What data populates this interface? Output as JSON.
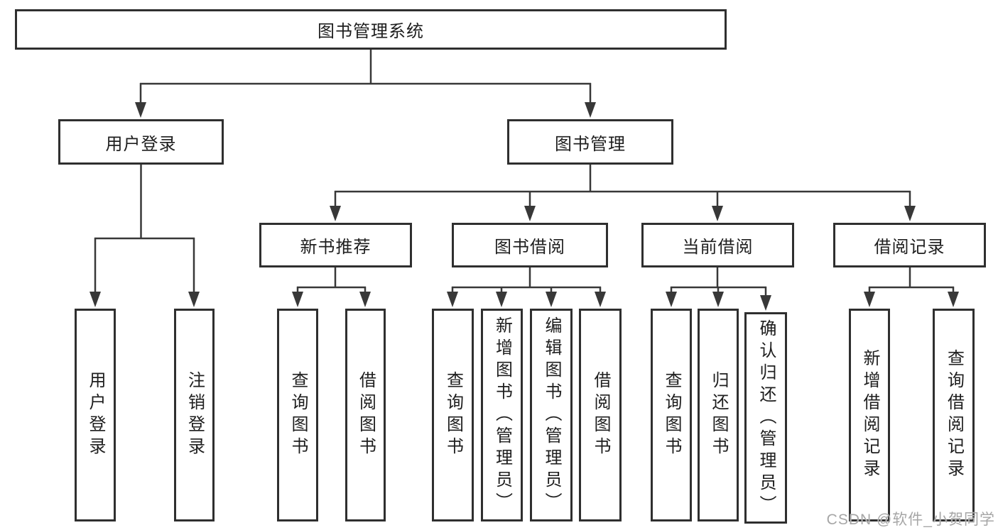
{
  "diagram": {
    "root": "图书管理系统",
    "branches": [
      {
        "label": "用户登录",
        "children": [
          {
            "label": "用户登录"
          },
          {
            "label": "注销登录"
          }
        ]
      },
      {
        "label": "图书管理",
        "children": [
          {
            "label": "新书推荐",
            "children": [
              {
                "label": "查询图书"
              },
              {
                "label": "借阅图书"
              }
            ]
          },
          {
            "label": "图书借阅",
            "children": [
              {
                "label": "查询图书"
              },
              {
                "label": "新增图书（管理员）"
              },
              {
                "label": "编辑图书（管理员）"
              },
              {
                "label": "借阅图书"
              }
            ]
          },
          {
            "label": "当前借阅",
            "children": [
              {
                "label": "查询图书"
              },
              {
                "label": "归还图书"
              },
              {
                "label": "确认归还（管理员）"
              }
            ]
          },
          {
            "label": "借阅记录",
            "children": [
              {
                "label": "新增借阅记录"
              },
              {
                "label": "查询借阅记录"
              }
            ]
          }
        ]
      }
    ]
  },
  "watermark": {
    "text": "CSDN @软件_小贺同学"
  },
  "colors": {
    "line": "#383838",
    "box_border": "#2f2f2f",
    "text": "#1e1e1e",
    "watermark": "#a6a6a6",
    "background": "#ffffff"
  }
}
